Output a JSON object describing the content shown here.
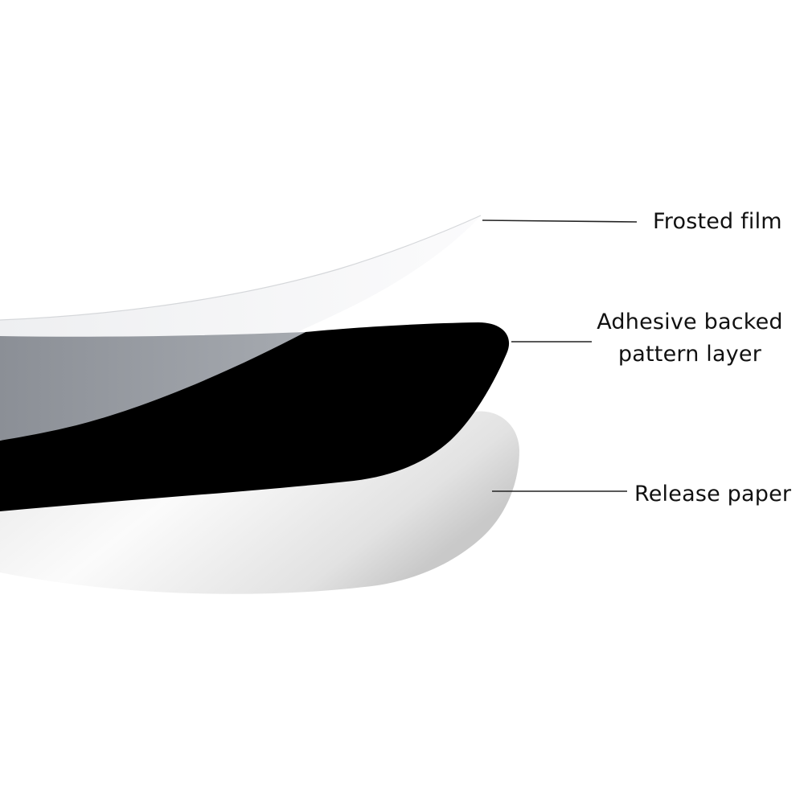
{
  "labels": {
    "frosted_film": "Frosted film",
    "adhesive_line1": "Adhesive backed",
    "adhesive_line2": "pattern layer",
    "release_paper": "Release paper"
  },
  "colors": {
    "background": "#ffffff",
    "frosted_film": "#f1f2f4",
    "frosted_film_shade": "#8e9299",
    "pattern_layer": "#000000",
    "release_paper": "#f4f4f4",
    "leader_line": "#222222",
    "label_text": "#111111"
  }
}
